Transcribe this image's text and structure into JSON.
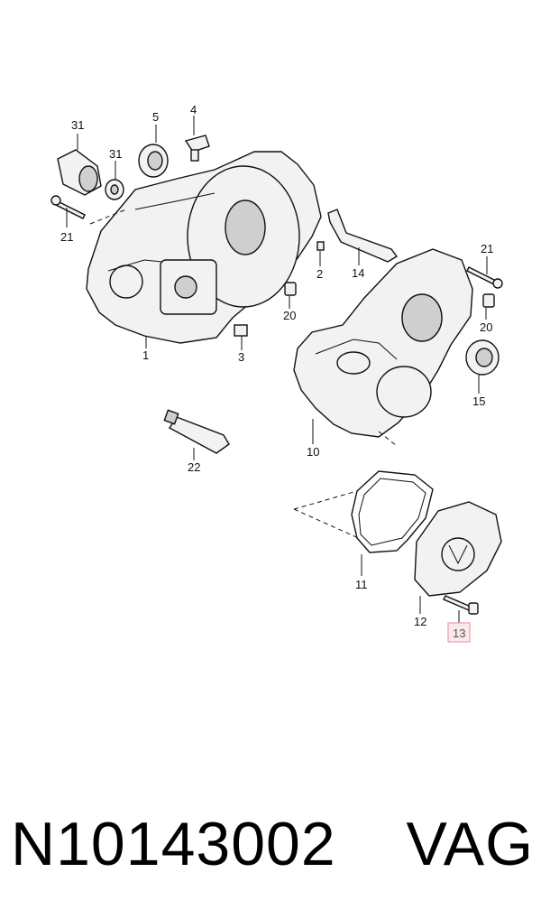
{
  "callouts": {
    "c31a": "31",
    "c5": "5",
    "c4": "4",
    "c31b": "31",
    "c21a": "21",
    "c1": "1",
    "c2": "2",
    "c3": "3",
    "c14": "14",
    "c20a": "20",
    "c21b": "21",
    "c20b": "20",
    "c15": "15",
    "c10": "10",
    "c22": "22",
    "c11": "11",
    "c12": "12",
    "c13": "13"
  },
  "highlighted_callout": "13",
  "colors": {
    "highlight_border": "#e8a0a8",
    "highlight_fill": "#fbe8ea",
    "line": "#111111"
  },
  "caption": {
    "part_number": "N10143002",
    "brand": "VAG"
  }
}
